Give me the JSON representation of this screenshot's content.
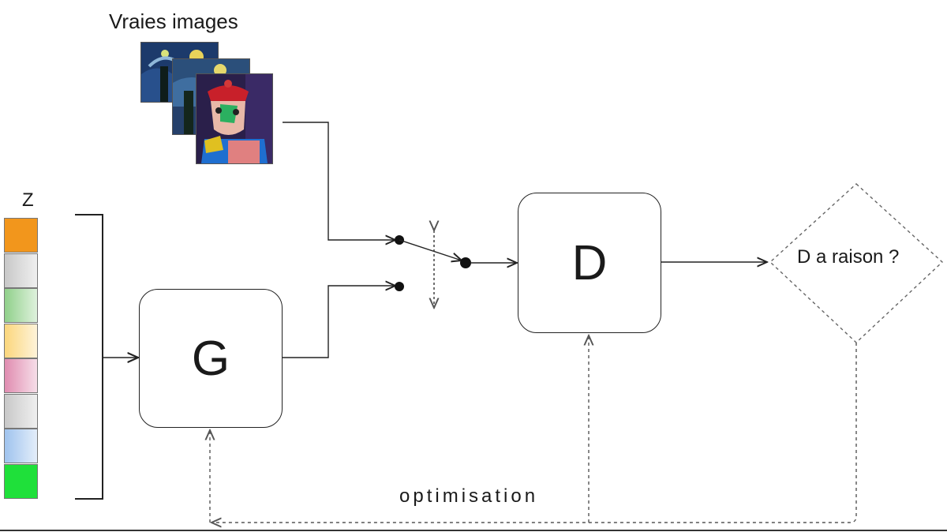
{
  "labels": {
    "real_images": "Vraies images",
    "z": "Z",
    "generator": "G",
    "discriminator": "D",
    "decision": "D a raison ?",
    "optimisation": "optimisation"
  },
  "z_vector_colors": [
    "#f2961c",
    "#c8c8c8",
    "#90d08a",
    "#fbd67c",
    "#e08cb0",
    "#c8c8c8",
    "#9fc3ee",
    "#1fe03a"
  ],
  "colors": {
    "line": "#222222",
    "dashed": "#555555"
  }
}
